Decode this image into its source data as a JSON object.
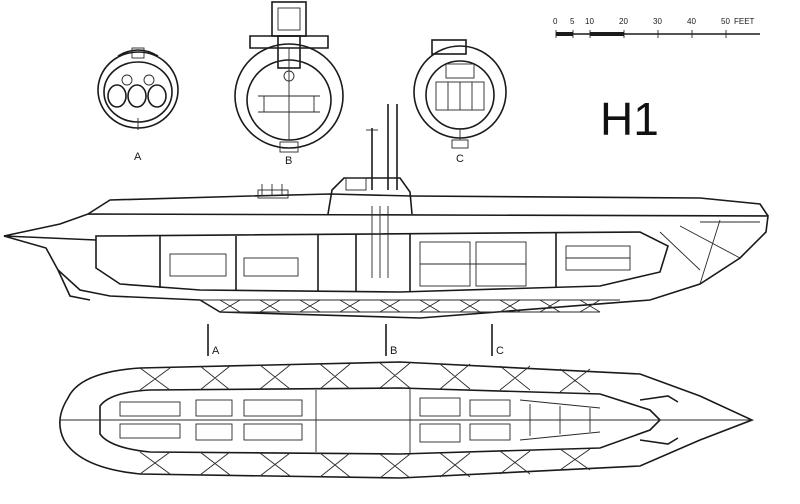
{
  "title": "H1",
  "section_labels": {
    "a": "A",
    "b": "B",
    "c": "C"
  },
  "cut_labels": {
    "a": "A",
    "b": "B",
    "c": "C"
  },
  "scale": {
    "ticks": [
      "0",
      "5",
      "10",
      "20",
      "30",
      "40",
      "50"
    ],
    "unit": "FEET"
  },
  "colors": {
    "ink": "#1a1a1a",
    "paper": "#ffffff"
  }
}
